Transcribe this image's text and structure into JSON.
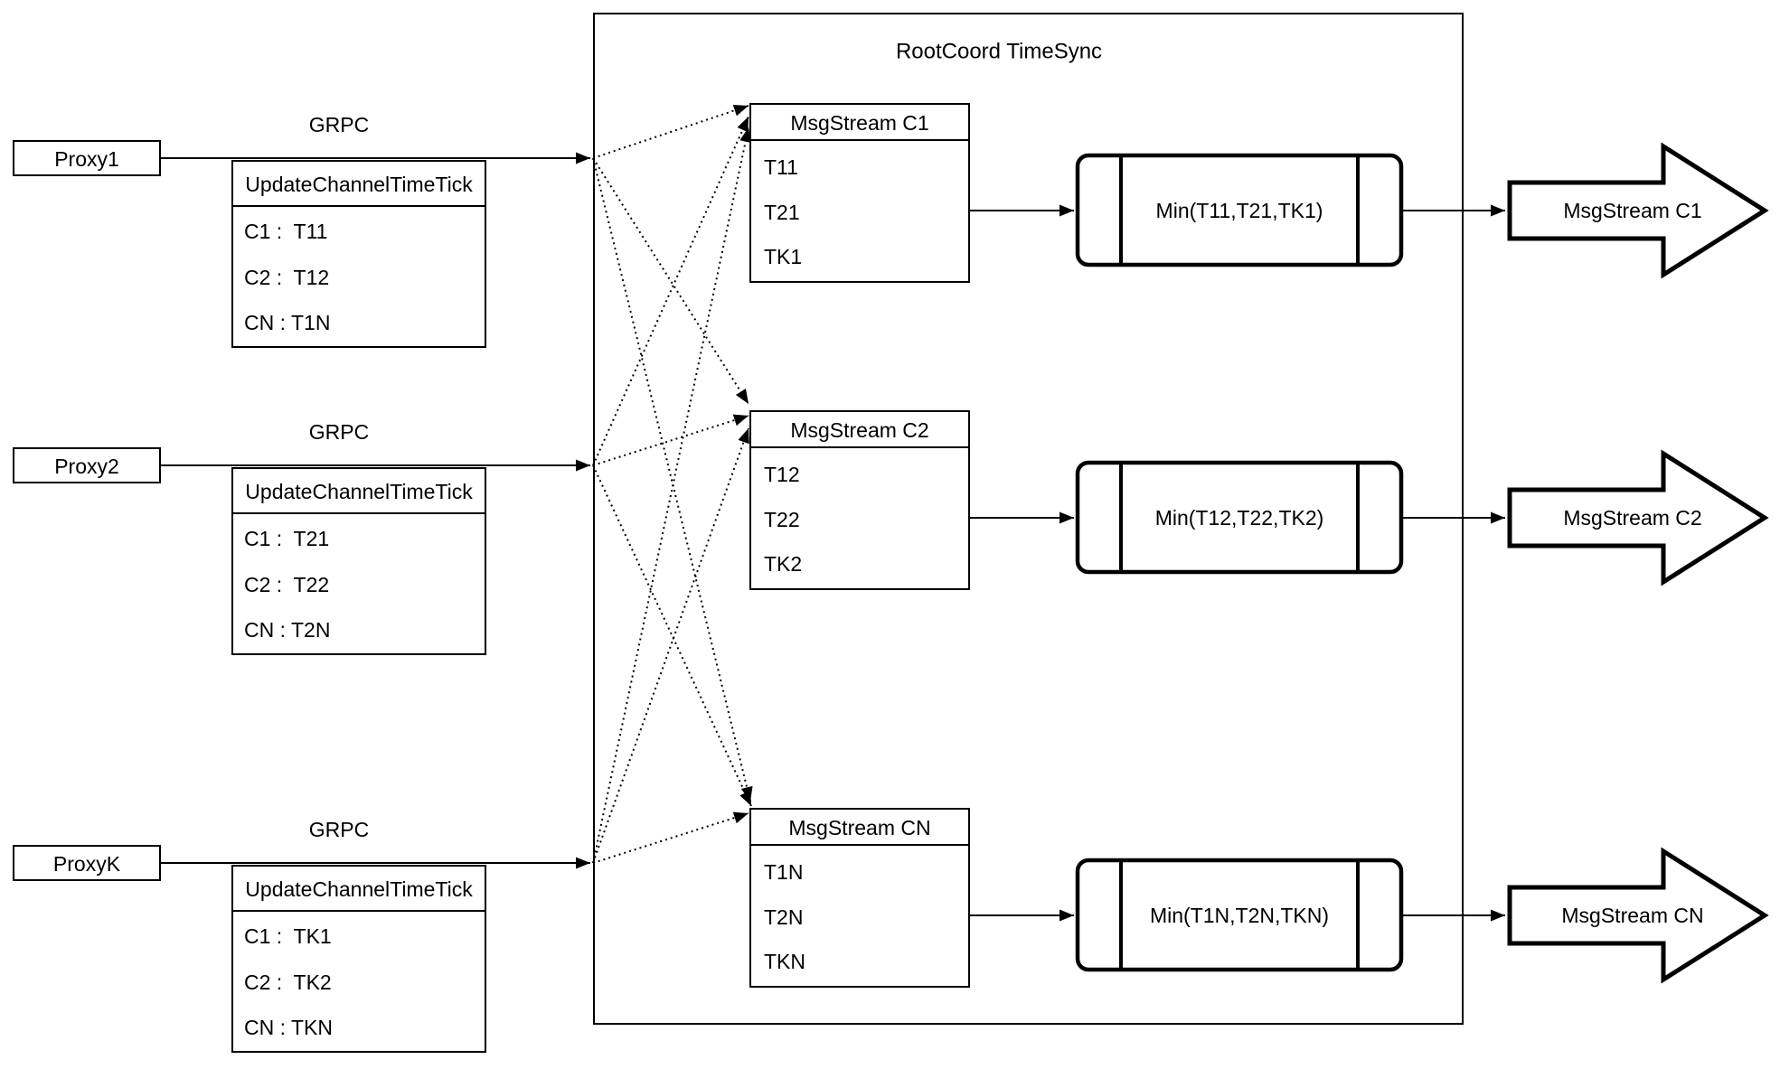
{
  "diagram_title": "RootCoord TimeSync",
  "colors": {
    "stroke": "#000000",
    "background": "#ffffff",
    "shape_fill": "#ffffff"
  },
  "proxies": [
    {
      "label": "Proxy1",
      "protocol": "GRPC",
      "message": {
        "title": "UpdateChannelTimeTick",
        "entries": [
          "C1 :  T11",
          "C2 :  T12",
          "CN : T1N"
        ]
      }
    },
    {
      "label": "Proxy2",
      "protocol": "GRPC",
      "message": {
        "title": "UpdateChannelTimeTick",
        "entries": [
          "C1 :  T21",
          "C2 :  T22",
          "CN : T2N"
        ]
      }
    },
    {
      "label": "ProxyK",
      "protocol": "GRPC",
      "message": {
        "title": "UpdateChannelTimeTick",
        "entries": [
          "C1 :  TK1",
          "C2 :  TK2",
          "CN : TKN"
        ]
      }
    }
  ],
  "streams": [
    {
      "table_title": "MsgStream C1",
      "entries": [
        "T11",
        "T21",
        "TK1"
      ],
      "min_label": "Min(T11,T21,TK1)",
      "output_label": "MsgStream C1"
    },
    {
      "table_title": "MsgStream C2",
      "entries": [
        "T12",
        "T22",
        "TK2"
      ],
      "min_label": "Min(T12,T22,TK2)",
      "output_label": "MsgStream C2"
    },
    {
      "table_title": "MsgStream CN",
      "entries": [
        "T1N",
        "T2N",
        "TKN"
      ],
      "min_label": "Min(T1N,T2N,TKN)",
      "output_label": "MsgStream CN"
    }
  ]
}
